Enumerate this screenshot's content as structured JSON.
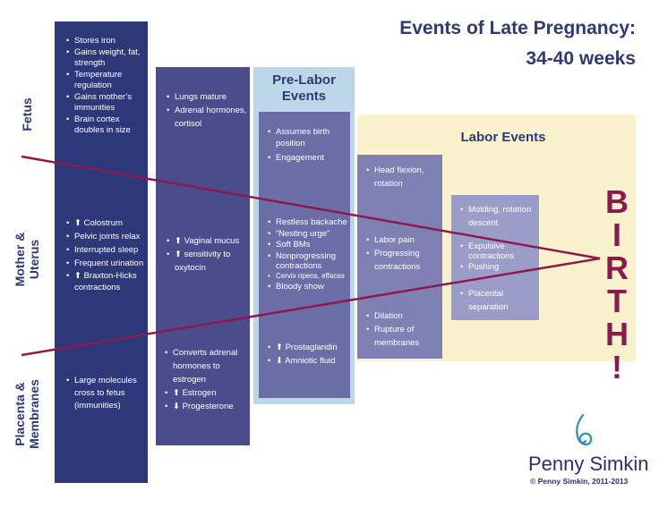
{
  "title": {
    "line1": "Events of Late Pregnancy:",
    "line2": "34-40 weeks"
  },
  "row_labels": {
    "fetus": "Fetus",
    "mother_line1": "Mother &",
    "mother_line2": "Uterus",
    "placenta_line1": "Placenta &",
    "placenta_line2": "Membranes"
  },
  "col1": {
    "fetus": [
      "Stores iron",
      "Gains weight, fat, strength",
      "Temperature regulation",
      "Gains mother’s immunities",
      "Brain cortex doubles in size"
    ],
    "mother": [
      "⬆ Colostrum",
      "Pelvic joints relax",
      "Interrupted sleep",
      "Frequent urination",
      "⬆ Braxton-Hicks contractions"
    ],
    "placenta": [
      "Large molecules cross to fetus (immunities)"
    ]
  },
  "col2": {
    "fetus": [
      "Lungs mature",
      "Adrenal hormones, cortisol"
    ],
    "mother": [
      "⬆ Vaginal mucus",
      "⬆ sensitivity to oxytocin"
    ],
    "placenta": [
      "Converts adrenal hormones to estrogen",
      "⬆ Estrogen",
      "⬇ Progesterone"
    ]
  },
  "prelabor": {
    "heading_line1": "Pre-Labor",
    "heading_line2": "Events",
    "fetus": [
      "Assumes birth position",
      "Engagement"
    ],
    "mother": [
      "Restless backache",
      "“Nesting urge”",
      "Soft BMs",
      "Nonprogressing contractions",
      "Cervix ripens, effaces",
      "Bloody show"
    ],
    "placenta": [
      "⬆ Prostaglandin",
      "⬇ Amniotic fluid"
    ]
  },
  "labor": {
    "heading": "Labor Events",
    "box1_top": [
      "Head flexion, rotation"
    ],
    "box1_mid": [
      "Labor pain",
      "Progressing contractions"
    ],
    "box1_bottom": [
      "Dilation",
      "Rupture of membranes"
    ],
    "box2_top": [
      "Molding, rotation descent"
    ],
    "box2_mid": [
      "Expulsive contractions",
      "Pushing"
    ],
    "box2_bottom": [
      "Placental separation"
    ]
  },
  "birth": [
    "B",
    "I",
    "R",
    "T",
    "H",
    "!"
  ],
  "logo": {
    "name": "Penny Simkin",
    "copyright": "© Penny Simkin, 2011-2013"
  },
  "colors": {
    "navy": "#2c3877",
    "purple": "#4a4c8c",
    "light_blue": "#bdd7ea",
    "cream": "#faf2cc",
    "maroon": "#8b1a4f"
  },
  "icons": [
    "spiral-logo-icon"
  ]
}
